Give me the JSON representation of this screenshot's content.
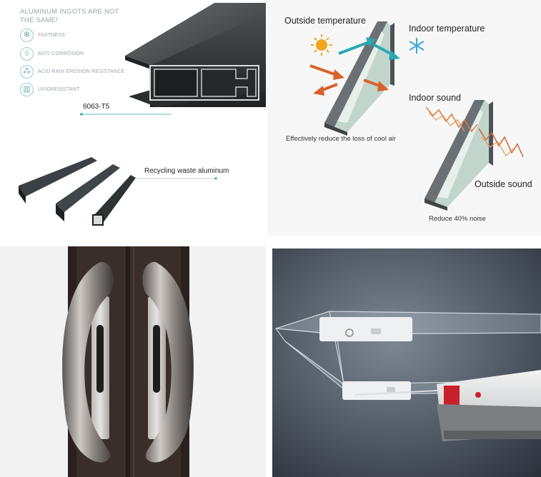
{
  "top_left": {
    "header": "ALUMINUM INGOTS ARE NOT THE SAME!",
    "features": [
      {
        "icon": "snowflake-icon",
        "label": "FASTNESS"
      },
      {
        "icon": "droplet-icon",
        "label": "ANTI-CORROSION"
      },
      {
        "icon": "raindrops-icon",
        "label": "ACID RAIN EROSION RESISTANCE"
      },
      {
        "icon": "window-icon",
        "label": "UVIORESISTANT"
      }
    ],
    "profile_label": "6063-T5",
    "recycle_label": "Recycling waste aluminum"
  },
  "top_right": {
    "outside_temperature": "Outside temperature",
    "indoor_temperature": "Indoor temperature",
    "cool_air_caption": "Effectively reduce the loss of cool air",
    "indoor_sound": "Indoor sound",
    "outside_sound": "Outside sound",
    "noise_caption": "Reduce 40% noise"
  },
  "colors": {
    "accent_teal": "#2aa7b0",
    "heat_orange": "#d9622b",
    "sun_yellow": "#f2a51a",
    "snow_blue": "#3aa7d8",
    "profile_dark": "#3a3d3f"
  }
}
